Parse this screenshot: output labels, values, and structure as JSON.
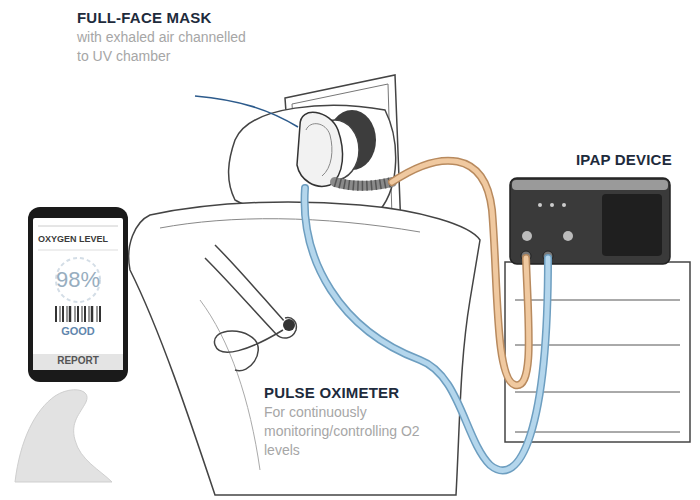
{
  "diagram": {
    "nodes": [
      {
        "text": [
          "OXYGEN LEVEL",
          "98%",
          "GOOD",
          "REPORT"
        ]
      }
    ],
    "labels": [
      "FULL-FACE MASK",
      "with exhaled air channelled to UV chamber",
      "IPAP DEVICE",
      "PULSE OXIMETER",
      "For continuously monitoring/controlling O2 levels"
    ]
  }
}
